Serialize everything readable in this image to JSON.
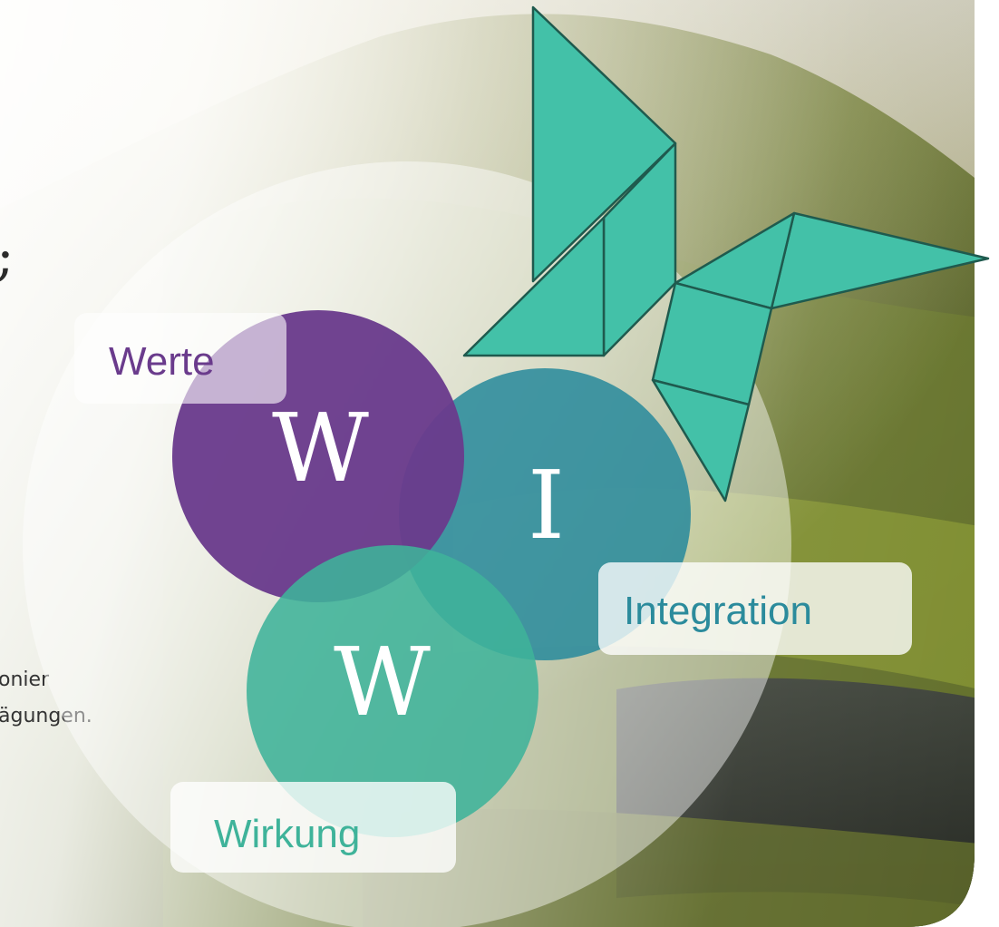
{
  "text_fragments": {
    "glyph": ";",
    "body_line_1": "onier",
    "body_line_2": "ägungen."
  },
  "diagram": {
    "circles": [
      {
        "letter": "W",
        "label": "Werte",
        "color": "#6a3b8c"
      },
      {
        "letter": "I",
        "label": "Integration",
        "color": "#2b8b9c"
      },
      {
        "letter": "W",
        "label": "Wirkung",
        "color": "#3fb39a"
      }
    ]
  },
  "logo": {
    "name": "tangram-butterfly-icon",
    "color": "#43c1a8"
  }
}
